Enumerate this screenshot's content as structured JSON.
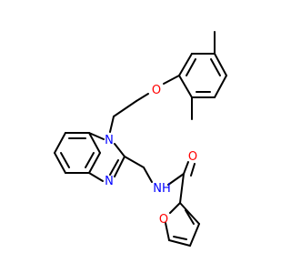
{
  "molecule": {
    "atoms": [
      {
        "id": "o_ether",
        "symbol": "O",
        "color": "#ff0000"
      },
      {
        "id": "n1",
        "symbol": "N",
        "color": "#0000ff"
      },
      {
        "id": "n3",
        "symbol": "N",
        "color": "#0000ff"
      },
      {
        "id": "nh",
        "symbol": "NH",
        "color": "#0000ff"
      },
      {
        "id": "o_carbonyl",
        "symbol": "O",
        "color": "#ff0000"
      },
      {
        "id": "o_furan",
        "symbol": "O",
        "color": "#ff0000"
      }
    ],
    "colors": {
      "bond": "#000000",
      "oxygen": "#ff0000",
      "nitrogen": "#0000ff",
      "background": "#ffffff"
    }
  }
}
